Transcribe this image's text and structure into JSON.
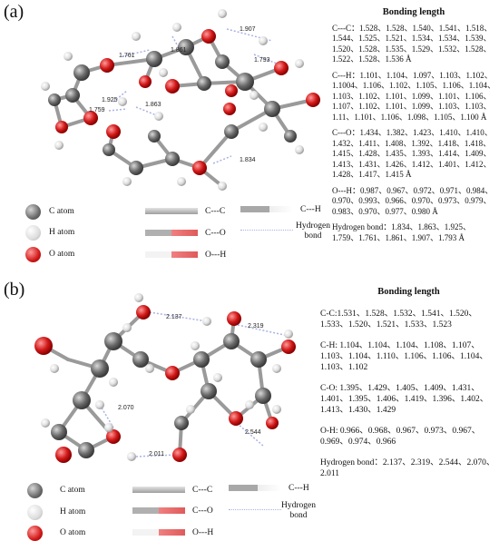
{
  "panel_a": {
    "label": "(a)",
    "heading": "Bonding length",
    "sections": [
      "C---C：1.528、1.528、1.540、1.541、1.518、1.544、1.525、1.521、1.534、1.534、1.539、1.520、1.528、1.535、1.529、1.532、1.528、1.522、1.528、1.536 Å",
      "C---H：1.101、1.104、1.097、1.103、1.102、1.1004、1.106、1.102、1.105、1.106、1.104、1.103、1.102、1.101、1.099、1.101、1.106、1.107、1.102、1.101、1.099、1.103、1.103、1.11、1.101、1.106、1.098、1.105、1.100 Å",
      "C---O：1.434、1.382、1.423、1.410、1.410、1.432、1.411、1.408、1.392、1.418、1.418、1.415、1.428、1.435、1.393、1.414、1.409、1.413、1.431、1.426、1.412、1.401、1.412、1.428、1.417、1.415 Å",
      "O---H：0.987、0.967、0.972、0.971、0.984、0.970、0.993、0.966、0.970、0.973、0.979、0.983、0.970、0.977、0.980 Å",
      "Hydrogen bond：1.834、1.863、1.925、1.759、1.761、1.861、1.907、1.793 Å"
    ],
    "hbond_labels": [
      "1.907",
      "1.761",
      "1.861",
      "1.793",
      "1.925",
      "1.759",
      "1.863",
      "1.834"
    ]
  },
  "panel_b": {
    "label": "(b)",
    "heading": "Bonding length",
    "sections": [
      "C-C:1.531、1.528、1.532、1.541、1.520、1.533、1.520、1.521、1.533、1.523",
      "C-H: 1.104、1.104、1.104、1.108、1.107、1.103、1.104、1.110、1.106、1.106、1.104、1.103、1.102",
      "C-O: 1.395、1.429、1.405、1.409、1.431、1.401、1.395、1.406、1.419、1.396、1.402、1.413、1.430、1.429",
      "O-H: 0.966、0.968、0.967、0.973、0.967、0.969、0.974、0.966",
      "Hydrogen bond：2.137、2.319、2.544、2.070、2.011"
    ],
    "hbond_labels": [
      "2.137",
      "2.319",
      "2.070",
      "2.544",
      "2.011"
    ]
  },
  "legend": {
    "c_atom": "C atom",
    "h_atom": "H atom",
    "o_atom": "O atom",
    "cc": "C---C",
    "co": "C---O",
    "oh": "O---H",
    "ch": "C---H",
    "hbond": "Hydrogen bond"
  },
  "colors": {
    "carbon": "#6a6a6a",
    "hydrogen": "#eeeeee",
    "oxygen": "#d11818",
    "hbond": "#a9b2e6"
  }
}
